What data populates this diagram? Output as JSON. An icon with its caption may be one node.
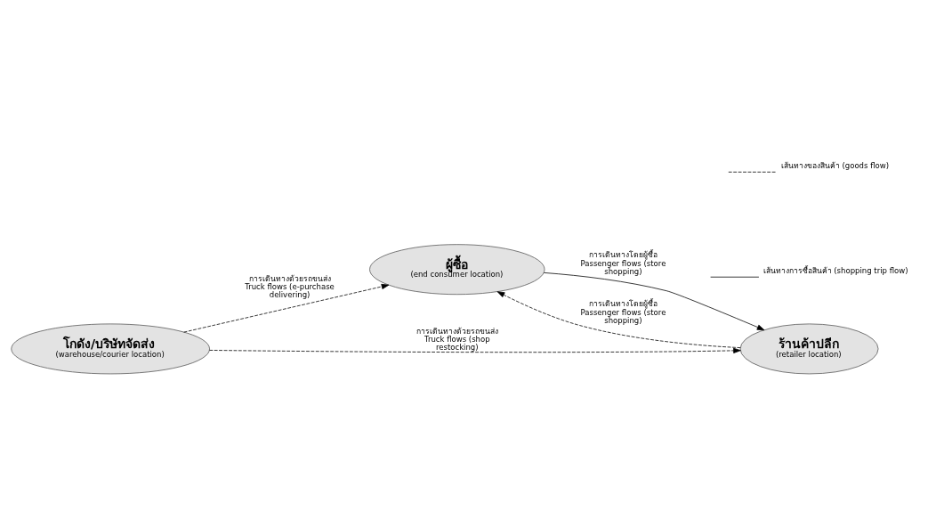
{
  "diagram": {
    "nodes": [
      {
        "text": [
          "ผู้ซื้อ",
          "(end consumer location)"
        ]
      },
      {
        "text": [
          "โกดัง/บริษัทจัดส่ง",
          "(warehouse/courier location)"
        ]
      },
      {
        "text": [
          "ร้านค้าปลีก",
          "(retailer location)"
        ]
      }
    ],
    "edges": [
      {
        "from": 1,
        "to": 0,
        "arrow": "to",
        "style": "dashed",
        "label": "การเดินทางด้วยรถขนส่ง Truck flows (e-purchase delivering)"
      },
      {
        "from": 0,
        "to": 2,
        "arrow": "to",
        "label": "การเดินทางโดยผู้ซื้อ Passenger flows (store shopping)"
      },
      {
        "from": 2,
        "to": 0,
        "arrow": "to",
        "style": "dashed",
        "label": "การเดินทางโดยผู้ซื้อ Passenger flows (store shopping)"
      },
      {
        "from": 1,
        "to": 2,
        "arrow": "to",
        "style": "dashed",
        "label": "การเดินทางด้วยรถขนส่ง Truck flows (shop restocking)"
      }
    ],
    "legend": [
      {
        "text": "เส้นทางของสินค้า (goods flow)"
      },
      {
        "text": "เส้นทางการซื้อสินค้า (shopping trip flow)"
      }
    ]
  }
}
